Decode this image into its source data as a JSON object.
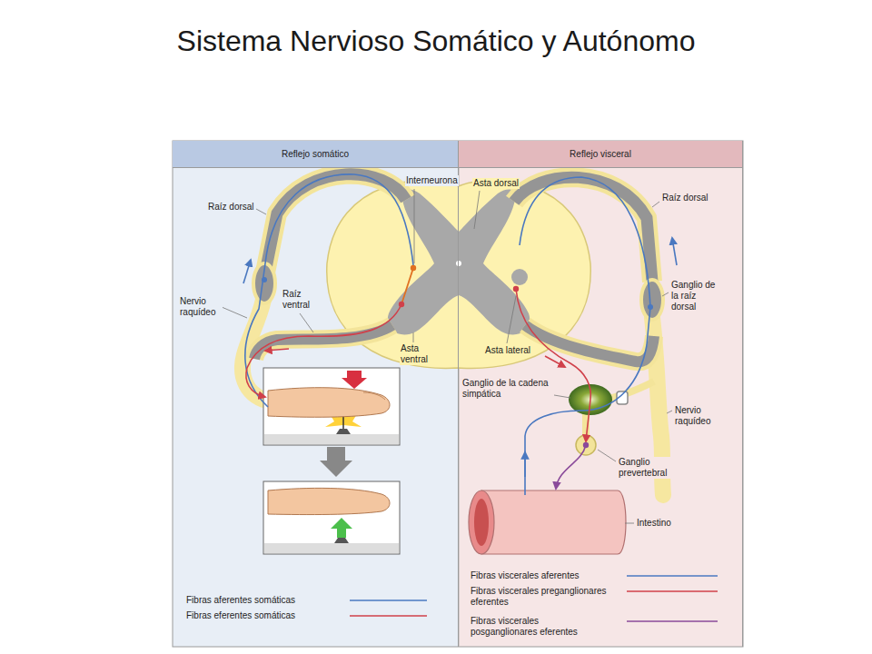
{
  "diagram": {
    "title": "Sistema Nervioso Somático y Autónomo",
    "nodes": [
      {
        "text": [
          "Reflejo somático"
        ]
      },
      {
        "text": [
          "Reflejo visceral"
        ]
      }
    ],
    "labels": [
      "Raíz dorsal",
      "Interneurona",
      "Asta dorsal",
      "Raíz dorsal",
      "Nervio raquídeo",
      "Raíz ventral",
      "Ganglio de la raíz dorsal",
      "Asta ventral",
      "Asta lateral",
      "Ganglio de la cadena simpática",
      "Nervio raquídeo",
      "Ganglio prevertebral",
      "Intestino"
    ],
    "legend": [
      {
        "text": "Fibras aferentes somáticas"
      },
      {
        "text": "Fibras eferentes somáticas"
      },
      {
        "text": "Fibras viscerales aferentes"
      },
      {
        "text": "Fibras viscerales preganglionares eferentes"
      },
      {
        "text": "Fibras viscerales posganglionares eferentes"
      }
    ]
  }
}
